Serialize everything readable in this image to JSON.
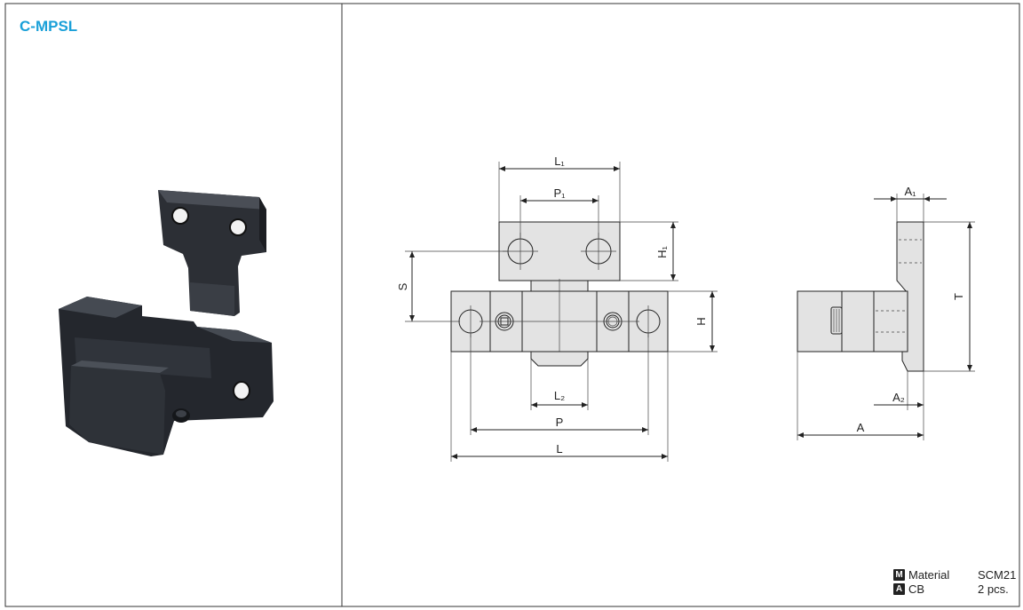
{
  "title": "C-MPSL",
  "dimensions": {
    "L1": "L₁",
    "P1": "P₁",
    "H1": "H₁",
    "S": "S",
    "H": "H",
    "L2": "L₂",
    "P": "P",
    "L": "L",
    "A1": "A₁",
    "T": "T",
    "A2": "A₂",
    "A": "A"
  },
  "specs": [
    {
      "badge": "M",
      "label": "Material",
      "value": "SCM21"
    },
    {
      "badge": "A",
      "label": "CB",
      "value": "2 pcs."
    }
  ],
  "colors": {
    "title": "#1aa0d8",
    "part_fill": "#e3e3e3",
    "photo_part": "#2a2d33"
  }
}
